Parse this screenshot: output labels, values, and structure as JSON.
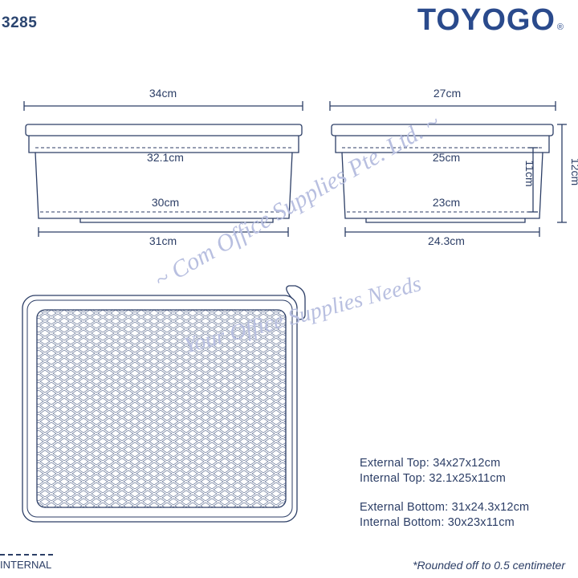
{
  "header": {
    "model_code": "3285",
    "brand": "TOYOGO",
    "brand_mark": "®"
  },
  "side_view_long": {
    "external_top": "34cm",
    "internal_top": "32.1cm",
    "internal_bottom": "30cm",
    "external_bottom": "31cm"
  },
  "side_view_short": {
    "external_top": "27cm",
    "internal_top": "25cm",
    "internal_bottom": "23cm",
    "external_bottom": "24.3cm",
    "internal_height": "11cm",
    "external_height": "12cm"
  },
  "specs": {
    "external_top": "External Top: 34x27x12cm",
    "internal_top": "Internal Top: 32.1x25x11cm",
    "external_bottom": "External Bottom: 31x24.3x12cm",
    "internal_bottom": "Internal Bottom: 30x23x11cm"
  },
  "legend": {
    "internal": "INTERNAL"
  },
  "note": "*Rounded off to 0.5 centimeter",
  "watermark": {
    "line1": "~ Com Office Supplies Pte. Ltd. ~",
    "line2": "Your Office Supplies Needs"
  },
  "colors": {
    "line": "#2c3e66",
    "brand": "#2a4a8c",
    "watermark": "#b8bfe0"
  }
}
